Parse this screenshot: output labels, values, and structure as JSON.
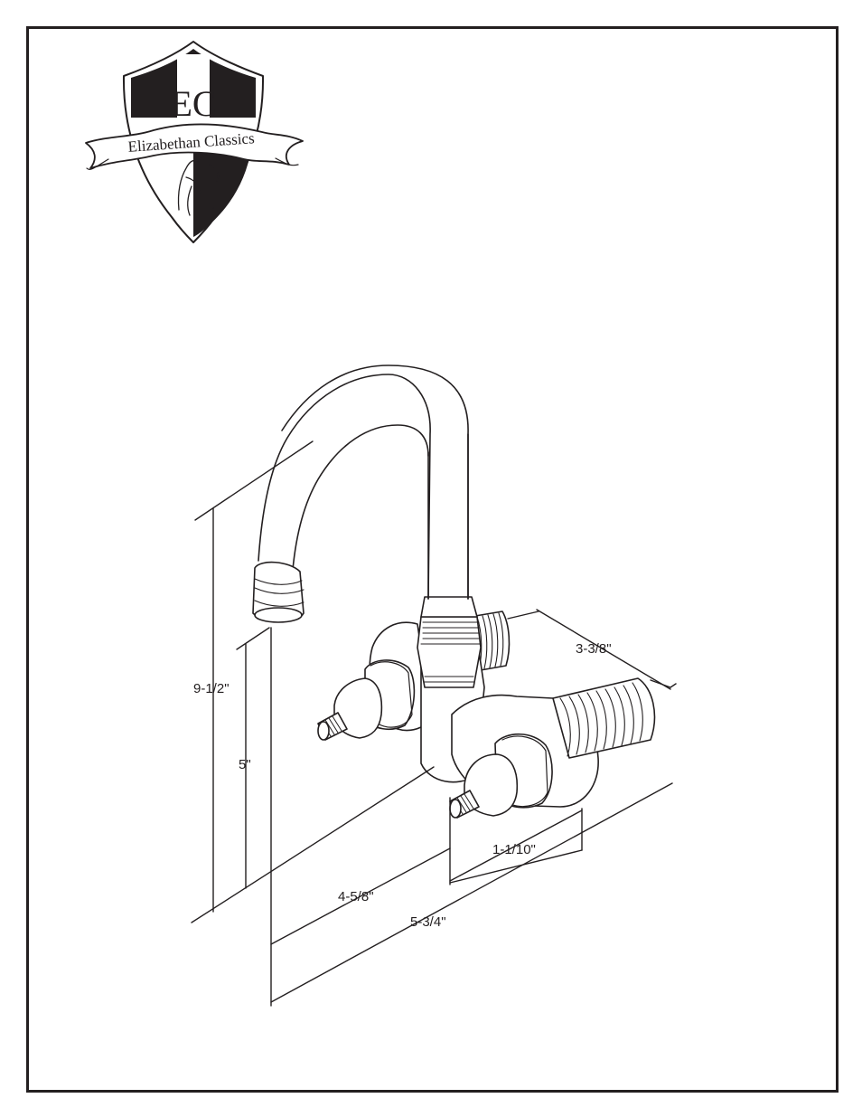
{
  "brand": {
    "initials": "EC",
    "name": "Elizabethan Classics"
  },
  "colors": {
    "ink": "#231f20",
    "paper": "#ffffff"
  },
  "dimensions": {
    "spout_height": "9-1/2\"",
    "outlet_height": "5\"",
    "inlet_spacing": "3-3/8\"",
    "handle_offset": "1-1/10\"",
    "spout_reach": "4-5/8\"",
    "overall_depth": "5-3/4\""
  }
}
